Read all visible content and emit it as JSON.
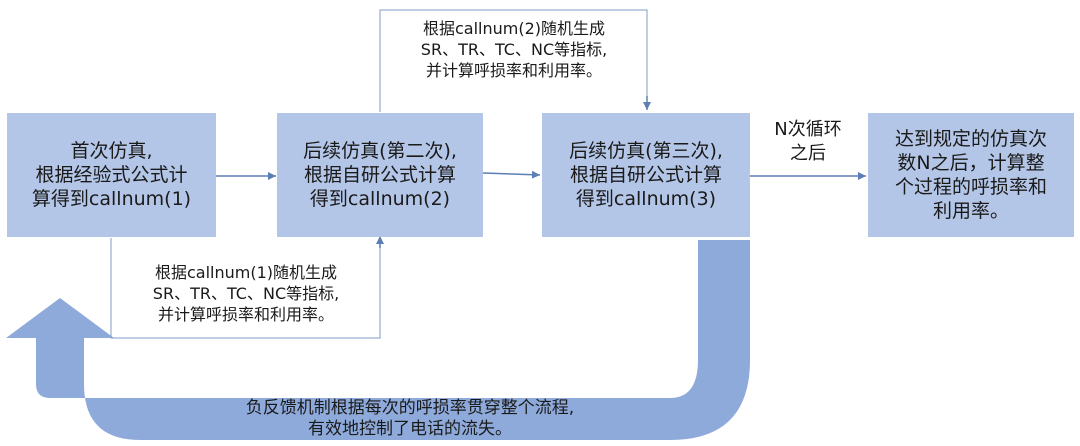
{
  "box1": [
    "首次仿真,",
    "根据经验式公式计",
    "算得到callnum(1)"
  ],
  "box2": [
    "后续仿真(第二次),",
    "根据自研公式计算",
    "得到callnum(2)"
  ],
  "box3": [
    "后续仿真(第三次),",
    "根据自研公式计算",
    "得到callnum(3)"
  ],
  "box4": [
    "达到规定的仿真次",
    "数N之后，计算整",
    "个过程的呼损率和",
    "利用率。"
  ],
  "note_top": [
    "根据callnum(2)随机生成",
    "SR、TR、TC、NC等指标,",
    "并计算呼损率和利用率。"
  ],
  "note_bottom": [
    "根据callnum(1)随机生成",
    "SR、TR、TC、NC等指标,",
    "并计算呼损率和利用率。"
  ],
  "loop_edge_label": [
    "N次循环",
    "之后"
  ],
  "feedback_label": [
    "负反馈机制根据每次的呼损率贯穿整个流程,",
    "有效地控制了电话的流失。"
  ],
  "colors": {
    "box_fill": "#b4c6e7",
    "arrow": "#5b7fb5",
    "feedback": "#8eaadb",
    "connector": "#7f9cc7"
  }
}
